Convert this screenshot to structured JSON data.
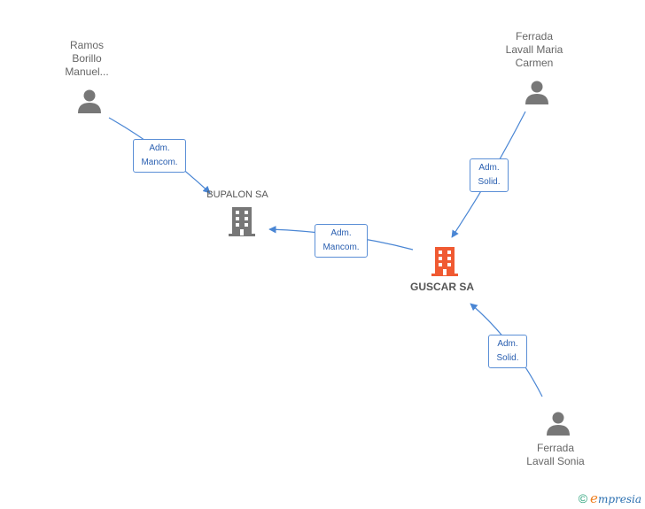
{
  "people": [
    {
      "id": "ramos",
      "lines": [
        "Ramos",
        "Borillo",
        "Manuel..."
      ]
    },
    {
      "id": "ferrada-maria",
      "lines": [
        "Ferrada",
        "Lavall Maria",
        "Carmen"
      ]
    },
    {
      "id": "ferrada-sonia",
      "lines": [
        "Ferrada",
        "Lavall Sonia"
      ]
    }
  ],
  "companies": {
    "bupalon": {
      "name": "BUPALON SA",
      "color": "#777777"
    },
    "guscar": {
      "name": "GUSCAR SA",
      "color": "#f05a32"
    }
  },
  "roles": {
    "ramos_bupalon": [
      "Adm.",
      "Mancom."
    ],
    "guscar_bupalon": [
      "Adm.",
      "Mancom."
    ],
    "maria_guscar": [
      "Adm.",
      "Solid."
    ],
    "sonia_guscar": [
      "Adm.",
      "Solid."
    ]
  },
  "footer": {
    "copyright": "©",
    "brand_initial": "e",
    "brand_rest": "mpresia"
  },
  "colors": {
    "edge": "#4a86d4",
    "person": "#777777"
  }
}
